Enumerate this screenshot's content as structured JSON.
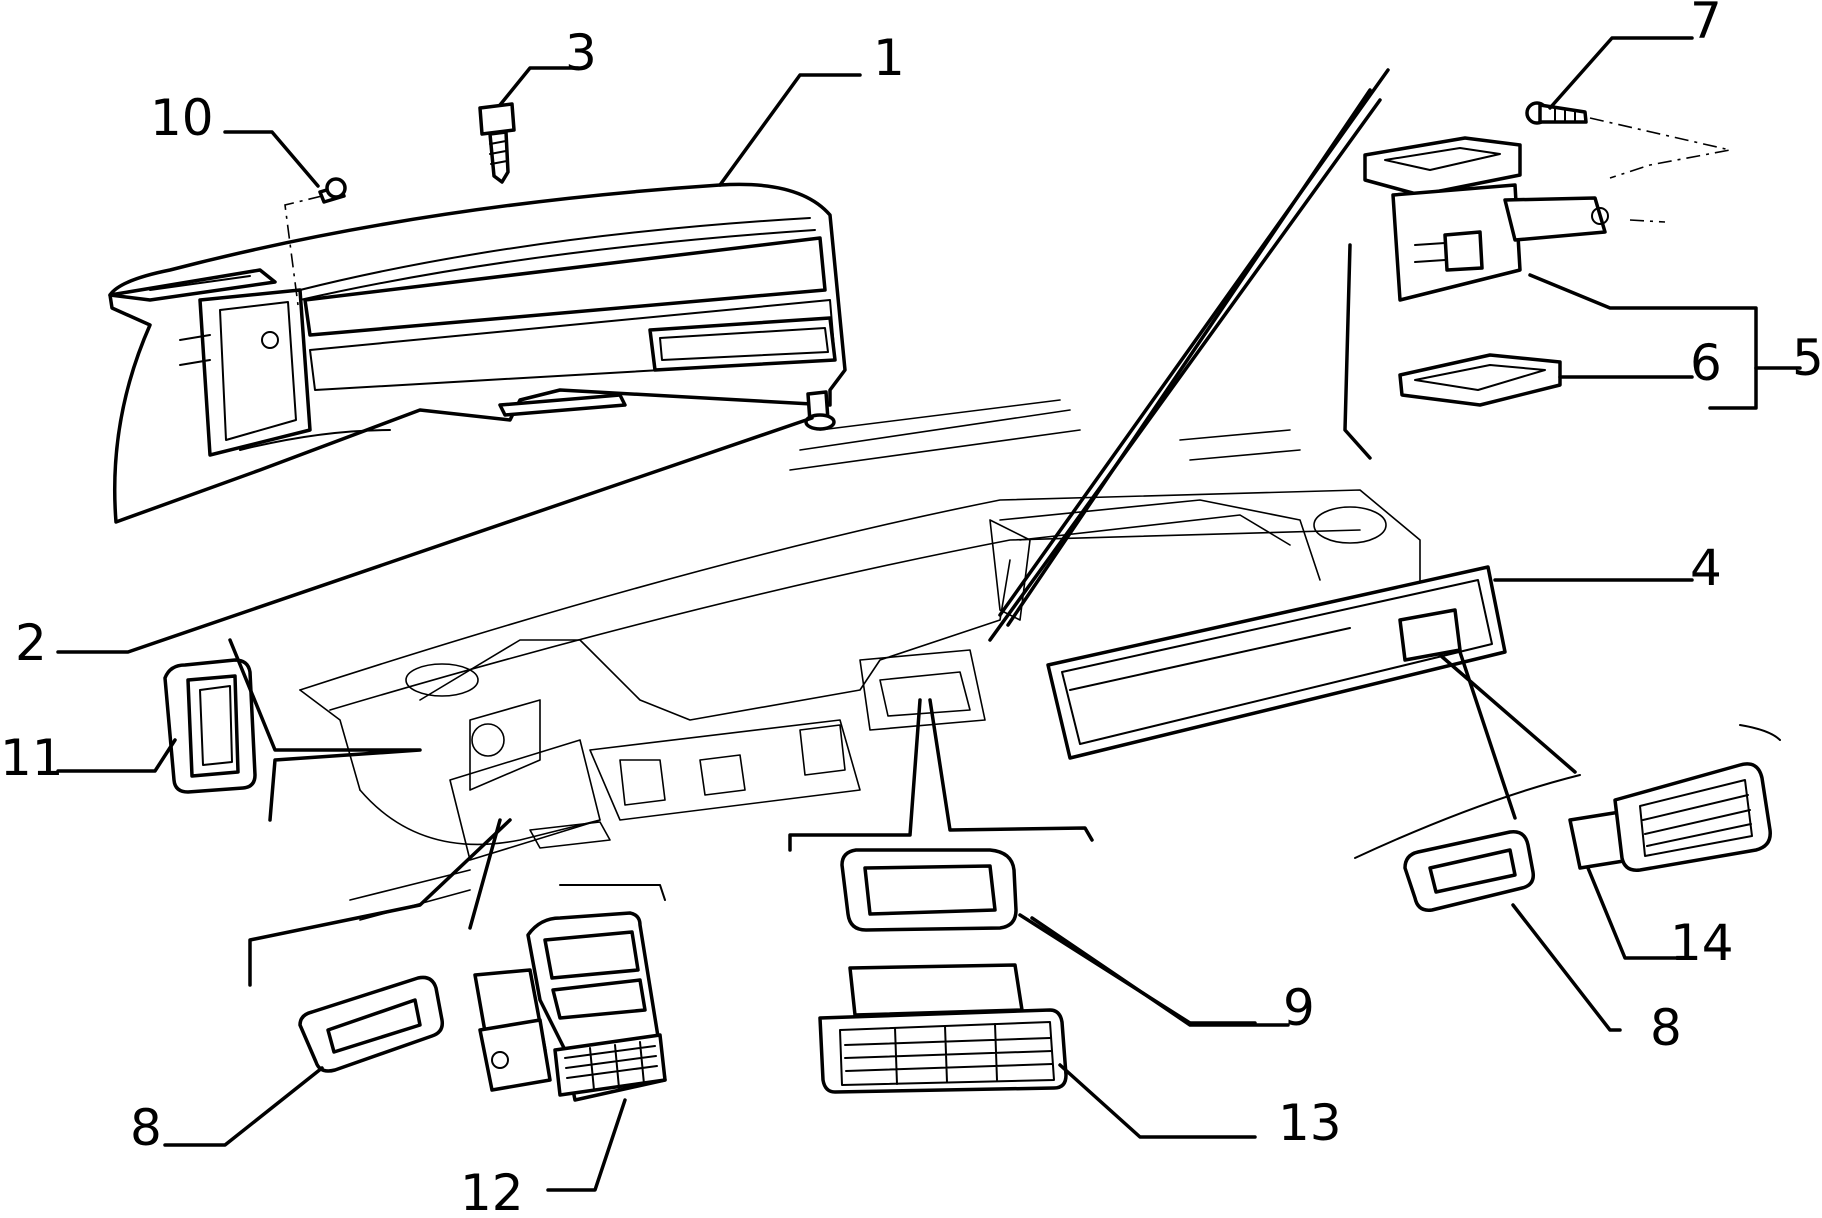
{
  "diagram": {
    "callouts": [
      {
        "id": "c1",
        "text": "1"
      },
      {
        "id": "c2",
        "text": "2"
      },
      {
        "id": "c3",
        "text": "3"
      },
      {
        "id": "c4",
        "text": "4"
      },
      {
        "id": "c5",
        "text": "5"
      },
      {
        "id": "c6",
        "text": "6"
      },
      {
        "id": "c7",
        "text": "7"
      },
      {
        "id": "c8a",
        "text": "8"
      },
      {
        "id": "c8b",
        "text": "8"
      },
      {
        "id": "c9",
        "text": "9"
      },
      {
        "id": "c10",
        "text": "10"
      },
      {
        "id": "c11",
        "text": "11"
      },
      {
        "id": "c12",
        "text": "12"
      },
      {
        "id": "c13",
        "text": "13"
      },
      {
        "id": "c14",
        "text": "14"
      }
    ],
    "colors": {
      "ink": "#000000",
      "paper": "#ffffff"
    }
  }
}
